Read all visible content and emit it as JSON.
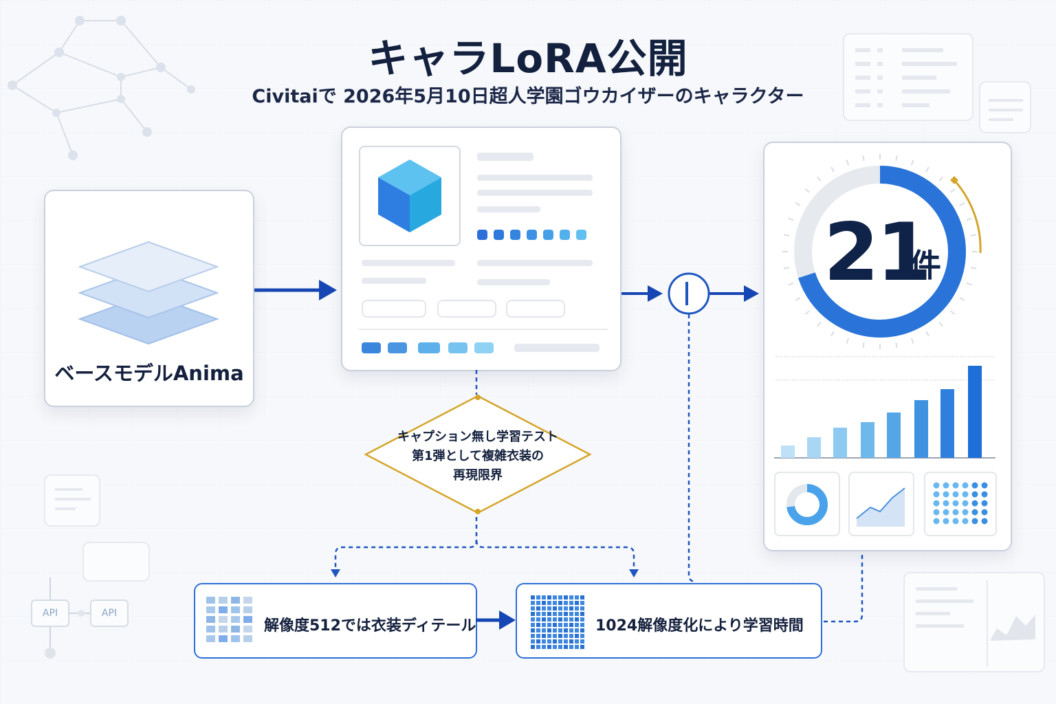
{
  "header": {
    "title": "キャラLoRA公開",
    "subtitle": "Civitaiで 2026年5月10日超人学園ゴウカイザーのキャラクター"
  },
  "base_model": {
    "label": "ベースモデルAnima"
  },
  "decision": {
    "line1": "キャプション無し学習テスト",
    "line2": "第1弾として複雑衣装の",
    "line3": "再現限界"
  },
  "steps": {
    "step1": "解像度512では衣装ディテール",
    "step2": "1024解像度化により学習時間"
  },
  "result": {
    "count": "21",
    "unit": "件",
    "gauge_fraction": 0.7
  },
  "api_nodes": {
    "left": "API",
    "right": "API"
  },
  "colors": {
    "accent": "#1f5fbf",
    "arrow": "#1546b3",
    "gold": "#d4a52a",
    "bar_light": "#a9d4f5",
    "bar_dark": "#1e6fd8"
  }
}
